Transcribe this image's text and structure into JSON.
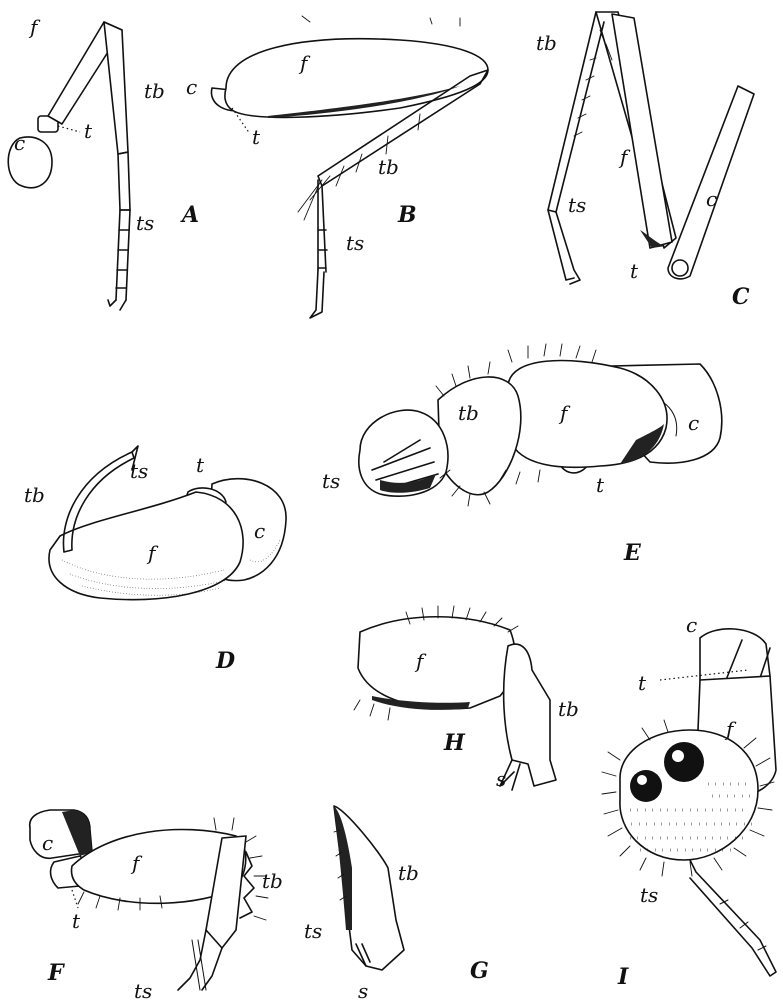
{
  "figure_letters": [
    "A",
    "B",
    "C",
    "D",
    "E",
    "F",
    "G",
    "H",
    "I"
  ],
  "parts": {
    "coxa": "c",
    "trochanter": "t",
    "femur": "f",
    "tibia": "tb",
    "tarsus": "ts",
    "spur": "s"
  },
  "colors": {
    "ink": "#111111",
    "paper": "#ffffff"
  }
}
